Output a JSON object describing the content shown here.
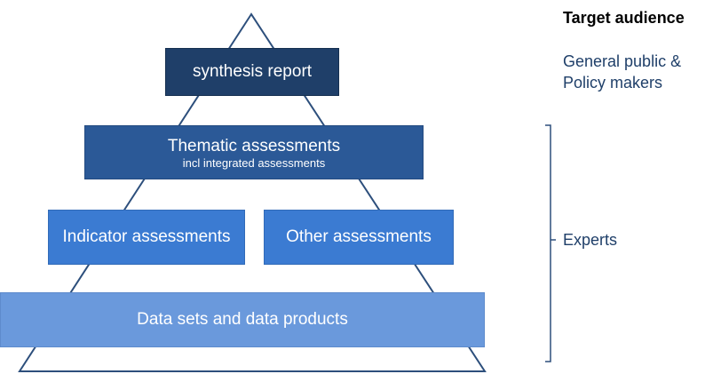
{
  "pyramid": {
    "levels": [
      {
        "label": "synthesis report"
      },
      {
        "label": "Thematic assessments",
        "sublabel": "incl integrated assessments"
      },
      {
        "label": "Indicator assessments"
      },
      {
        "label": "Other assessments"
      },
      {
        "label": "Data sets and data products"
      }
    ]
  },
  "audience": {
    "heading": "Target audience",
    "public_line1": "General public &",
    "public_line2": "Policy makers",
    "experts": "Experts"
  },
  "colors": {
    "level1": "#1f3f69",
    "level2": "#2b5997",
    "level3": "#3b7bd2",
    "level4": "#6a99dc",
    "outline": "#2d4f7c"
  }
}
